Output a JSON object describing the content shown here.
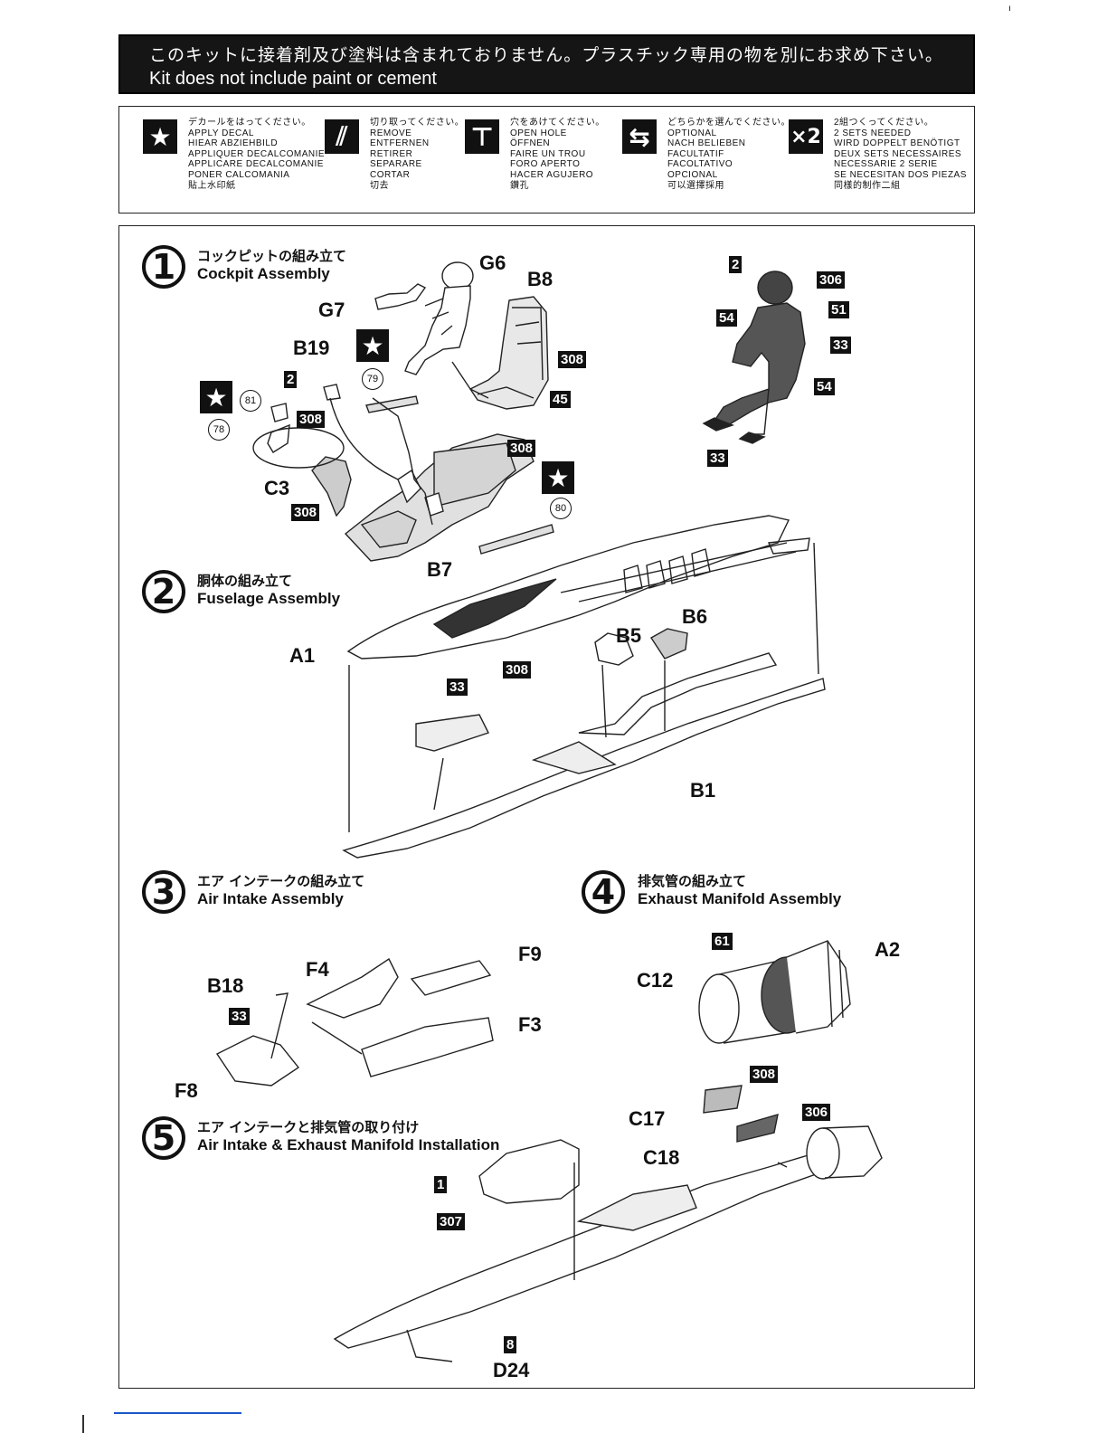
{
  "banner": {
    "jp": "このキットに接着剤及び塗料は含まれておりません。プラスチック専用の物を別にお求め下さい。",
    "en": "Kit does not include paint or cement"
  },
  "legend": [
    {
      "icon": "star-icon",
      "symbol": "★",
      "lines": [
        "デカールをはってください。",
        "APPLY DECAL",
        "HIEAR ABZIEHBILD",
        "APPLIQUER DECALCOMANIE",
        "APPLICARE DECALCOMANIE",
        "PONER CALCOMANIA",
        "貼上水印紙"
      ]
    },
    {
      "icon": "knife-icon",
      "symbol": "⫽",
      "lines": [
        "切り取ってください。",
        "REMOVE",
        "ENTFERNEN",
        "RETIRER",
        "SEPARARE",
        "CORTAR",
        "切去"
      ]
    },
    {
      "icon": "drill-icon",
      "symbol": "⊤",
      "lines": [
        "穴をあけてください。",
        "OPEN HOLE",
        "ÖFFNEN",
        "FAIRE UN TROU",
        "FORO APERTO",
        "HACER AGUJERO",
        "鑽孔"
      ]
    },
    {
      "icon": "optional-icon",
      "symbol": "⇆",
      "lines": [
        "どちらかを選んでください。",
        "OPTIONAL",
        "NACH BELIEBEN",
        "FACULTATIF",
        "FACOLTATIVO",
        "OPCIONAL",
        "可以選擇採用"
      ]
    },
    {
      "icon": "x2-icon",
      "symbol": "×2",
      "lines": [
        "2組つくってください。",
        "2 SETS NEEDED",
        "WIRD DOPPELT BENÖTIGT",
        "DEUX SETS NECESSAIRES",
        "NECESSARIE 2 SERIE",
        "SE NECESITAN DOS PIEZAS",
        "同樣的制作二組"
      ]
    }
  ],
  "steps": [
    {
      "num": "1",
      "jp": "コックピットの組み立て",
      "en": "Cockpit Assembly"
    },
    {
      "num": "2",
      "jp": "胴体の組み立て",
      "en": "Fuselage Assembly"
    },
    {
      "num": "3",
      "jp": "エア インテークの組み立て",
      "en": "Air Intake Assembly"
    },
    {
      "num": "4",
      "jp": "排気管の組み立て",
      "en": "Exhaust Manifold Assembly"
    },
    {
      "num": "5",
      "jp": "エア インテークと排気管の取り付け",
      "en": "Air Intake & Exhaust Manifold Installation"
    }
  ],
  "parts": {
    "g6": "G6",
    "b8": "B8",
    "g7": "G7",
    "b19": "B19",
    "c3": "C3",
    "b7": "B7",
    "a1": "A1",
    "b5": "B5",
    "b6": "B6",
    "b1": "B1",
    "f4": "F4",
    "f9": "F9",
    "b18": "B18",
    "f3": "F3",
    "f8": "F8",
    "c12": "C12",
    "a2": "A2",
    "c17": "C17",
    "c18": "C18",
    "d24": "D24"
  },
  "paints": {
    "p2a": "2",
    "p308a": "308",
    "p308b": "308",
    "p45": "45",
    "p308c": "308",
    "p308d": "308",
    "p2b": "2",
    "p306a": "306",
    "p51": "51",
    "p54a": "54",
    "p33a": "33",
    "p54b": "54",
    "p33b": "33",
    "p33c": "33",
    "p308e": "308",
    "p33d": "33",
    "p61": "61",
    "p308f": "308",
    "p306b": "306",
    "p1": "1",
    "p307": "307",
    "p8": "8"
  },
  "decals": {
    "d79": "79",
    "d81": "81",
    "d78": "78",
    "d80": "80"
  }
}
